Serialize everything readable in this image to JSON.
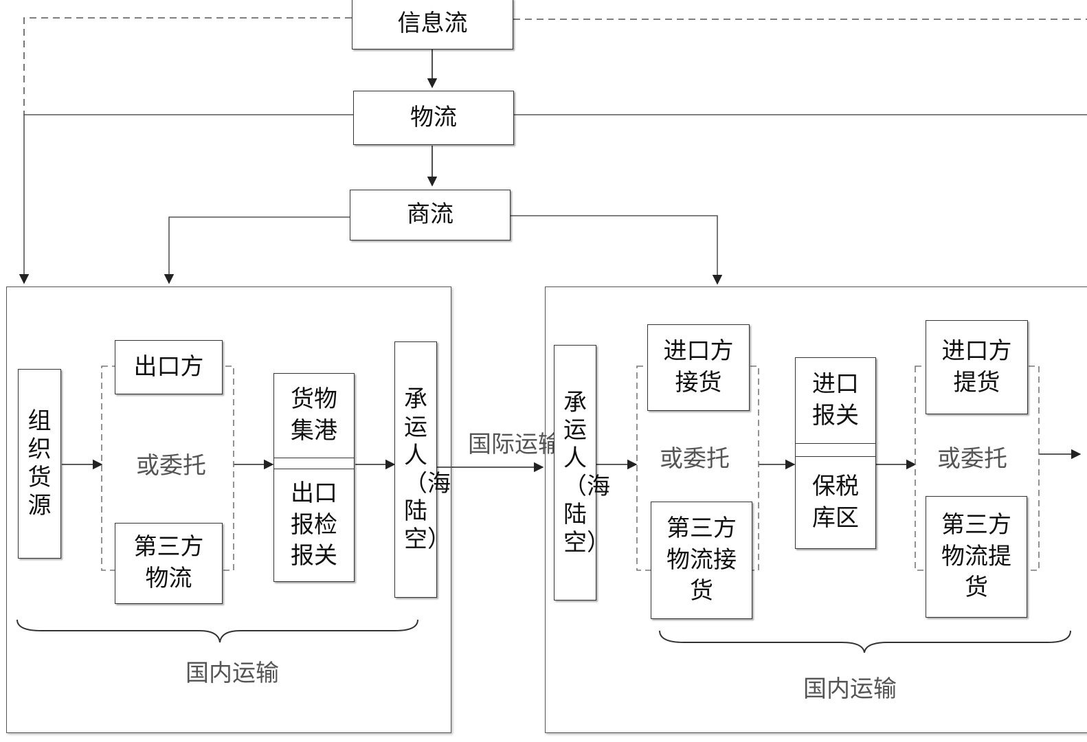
{
  "top": {
    "info_flow": "信息流",
    "logistics_flow": "物流",
    "commerce_flow": "商流"
  },
  "export_side": {
    "organize_goods": "组织货源",
    "exporter": "出口方",
    "or_entrust": "或委托",
    "third_party_logistics": "第三方物流",
    "cargo_to_port": "货物集港",
    "export_inspection_customs": "出口报检报关",
    "carrier": "承运人（海陆空）",
    "domestic_transport": "国内运输"
  },
  "international_transport": "国际运输",
  "import_side": {
    "carrier": "承运人（海陆空）",
    "importer_receive": "进口方接货",
    "or_entrust_1": "或委托",
    "third_party_receive": "第三方物流接货",
    "import_customs": "进口报关",
    "bonded_area": "保税库区",
    "importer_pickup": "进口方提货",
    "or_entrust_2": "或委托",
    "third_party_pickup": "第三方物流提货",
    "domestic_transport": "国内运输"
  }
}
